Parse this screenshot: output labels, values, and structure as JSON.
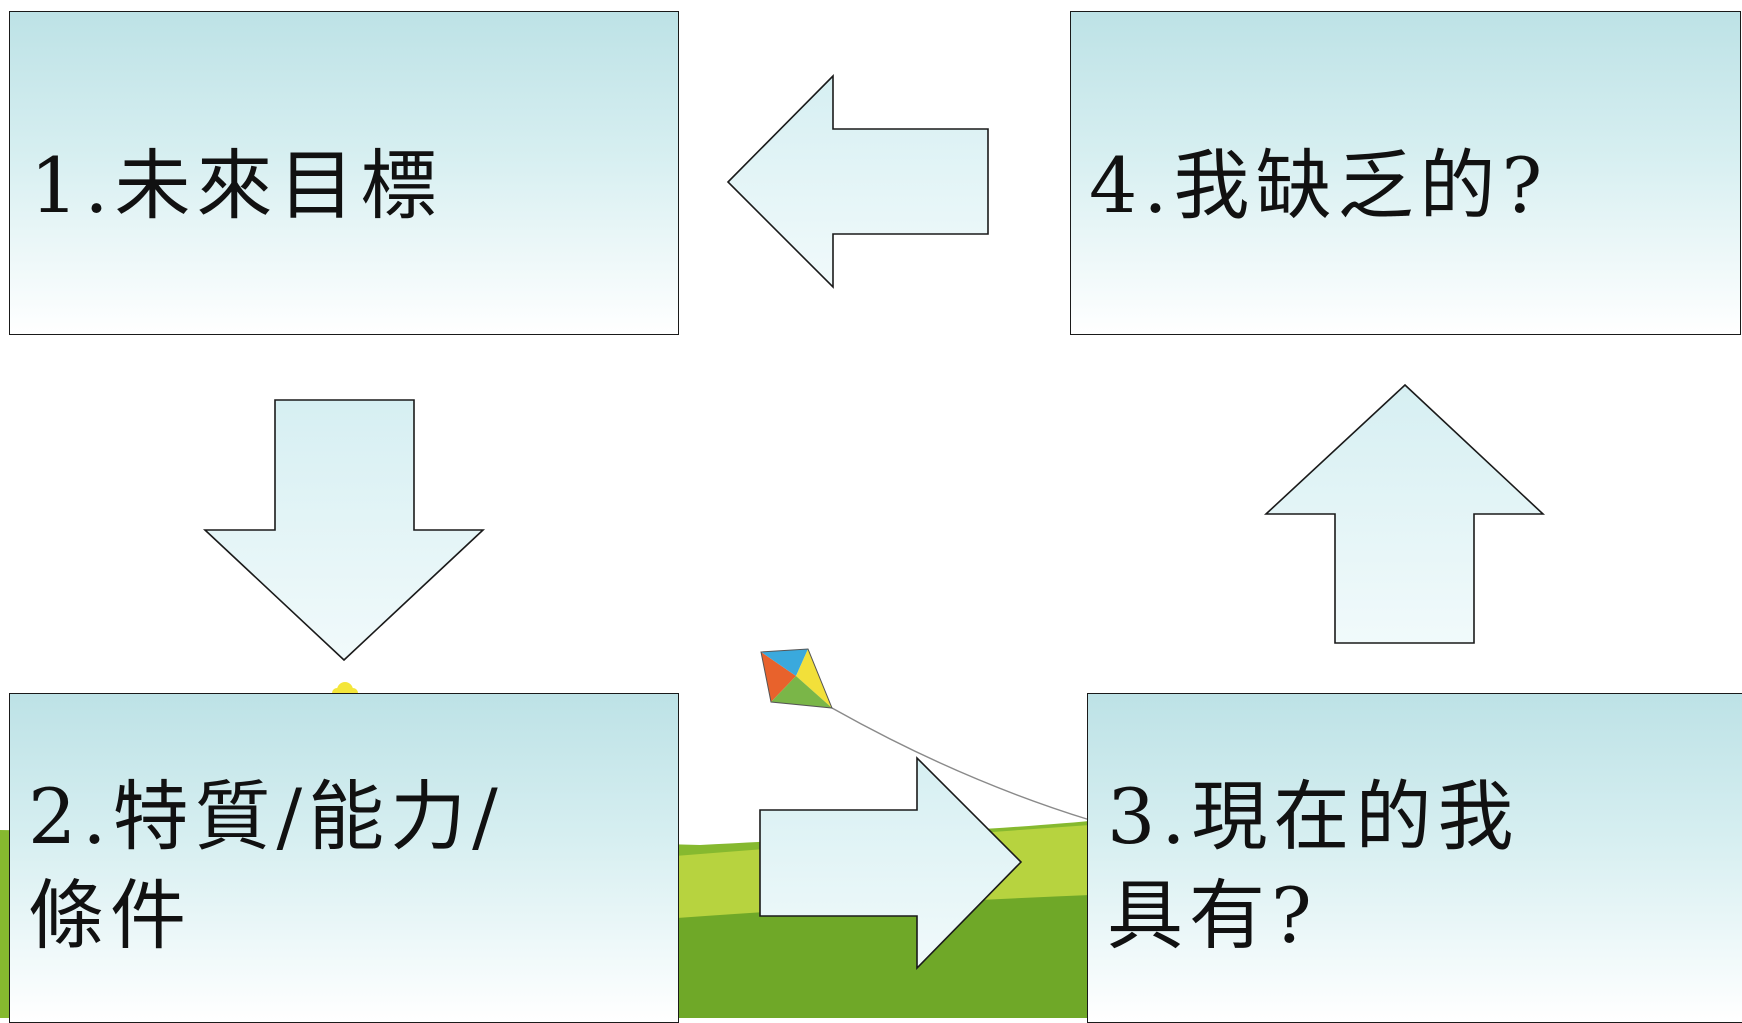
{
  "diagram": {
    "boxes": [
      {
        "id": "box1",
        "lines": [
          "1.未來目標"
        ]
      },
      {
        "id": "box2",
        "lines": [
          "2.特質/能力/",
          "條件"
        ]
      },
      {
        "id": "box3",
        "lines": [
          "3.現在的我",
          "具有?"
        ]
      },
      {
        "id": "box4",
        "lines": [
          "4.我缺乏的?"
        ]
      }
    ],
    "flow": [
      "box1 → box2",
      "box2 → box3",
      "box3 → box4",
      "box4 → box1"
    ]
  },
  "colors": {
    "box_top": "#bde2e6",
    "box_bottom": "#ffffff",
    "arrow_fill": "#dcf2f5",
    "outline": "#1a1a1a",
    "hill_dark": "#7cb02c",
    "hill_light": "#b6d23e",
    "kite": [
      "#e8622c",
      "#3aa9dd",
      "#f2e03a",
      "#7ab648"
    ]
  },
  "icons": [
    "kite-icon",
    "flower-icon"
  ]
}
